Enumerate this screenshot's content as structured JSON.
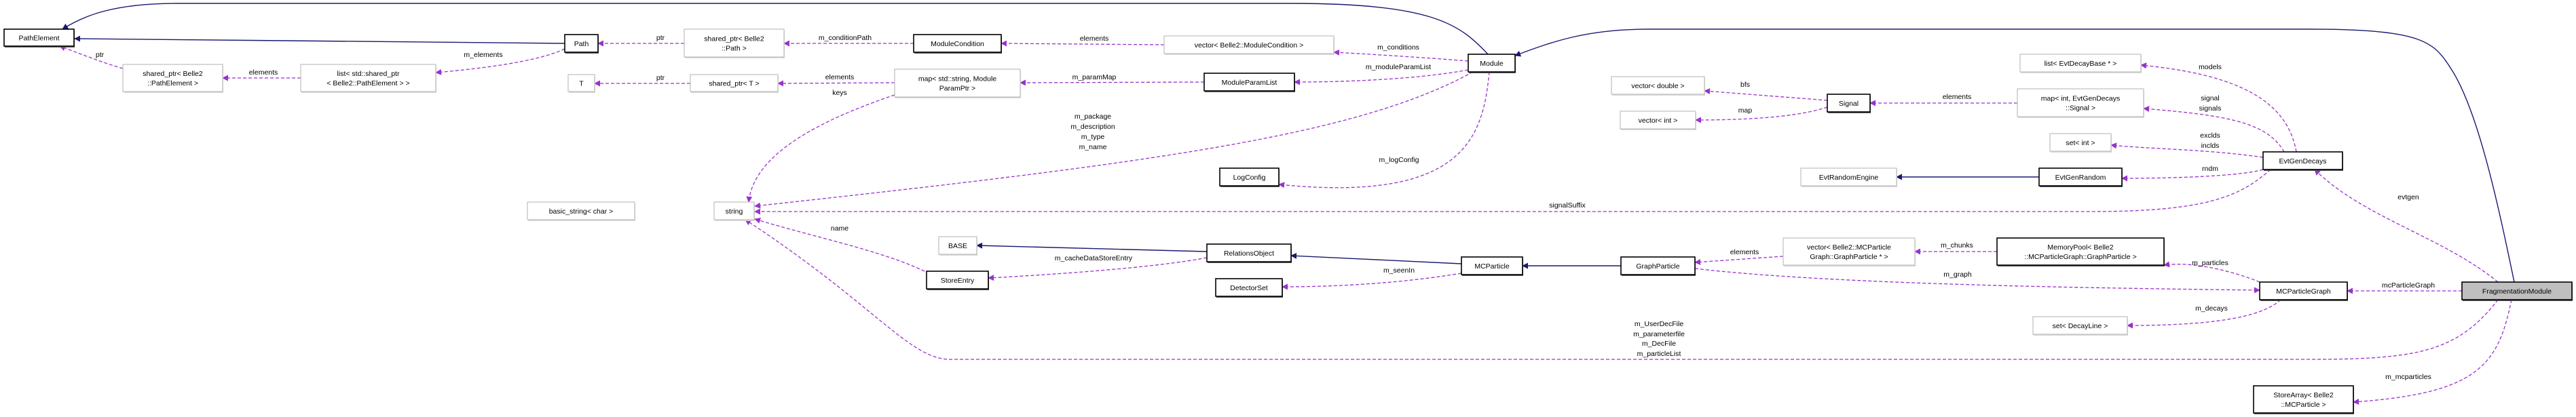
{
  "diagram": {
    "title": "Collaboration diagram for FragmentationModule",
    "colors": {
      "inheritance": "#191970",
      "usage": "#9a32cd",
      "root_fill": "#bfbfbf"
    },
    "nodes": [
      {
        "id": "PathElement",
        "lines": [
          "PathElement"
        ]
      },
      {
        "id": "Path",
        "lines": [
          "Path"
        ]
      },
      {
        "id": "spPE",
        "lines": [
          "shared_ptr< Belle2",
          "::PathElement >"
        ]
      },
      {
        "id": "listSpPE",
        "lines": [
          "list< std::shared_ptr",
          "< Belle2::PathElement > >"
        ]
      },
      {
        "id": "T",
        "lines": [
          "T"
        ]
      },
      {
        "id": "spT",
        "lines": [
          "shared_ptr< T >"
        ]
      },
      {
        "id": "spPath",
        "lines": [
          "shared_ptr< Belle2",
          "::Path >"
        ]
      },
      {
        "id": "basicString",
        "lines": [
          "basic_string< char >"
        ]
      },
      {
        "id": "string",
        "lines": [
          "string"
        ]
      },
      {
        "id": "ModuleCondition",
        "lines": [
          "ModuleCondition"
        ]
      },
      {
        "id": "vecMC",
        "lines": [
          "vector< Belle2::ModuleCondition >"
        ]
      },
      {
        "id": "Module",
        "lines": [
          "Module"
        ]
      },
      {
        "id": "mapParam",
        "lines": [
          "map< std::string, Module",
          "ParamPtr >"
        ]
      },
      {
        "id": "ModuleParamList",
        "lines": [
          "ModuleParamList"
        ]
      },
      {
        "id": "LogConfig",
        "lines": [
          "LogConfig"
        ]
      },
      {
        "id": "listEvt",
        "lines": [
          "list< EvtDecayBase * >"
        ]
      },
      {
        "id": "vecDouble",
        "lines": [
          "vector< double >"
        ]
      },
      {
        "id": "vecInt",
        "lines": [
          "vector< int >"
        ]
      },
      {
        "id": "Signal",
        "lines": [
          "Signal"
        ]
      },
      {
        "id": "mapSignal",
        "lines": [
          "map< int, EvtGenDecays",
          "::Signal >"
        ]
      },
      {
        "id": "setInt",
        "lines": [
          "set< int >"
        ]
      },
      {
        "id": "EvtGenDecays",
        "lines": [
          "EvtGenDecays"
        ]
      },
      {
        "id": "EvtRandomEngine",
        "lines": [
          "EvtRandomEngine"
        ]
      },
      {
        "id": "EvtGenRandom",
        "lines": [
          "EvtGenRandom"
        ]
      },
      {
        "id": "BASE",
        "lines": [
          "BASE"
        ]
      },
      {
        "id": "RelationsObject",
        "lines": [
          "RelationsObject"
        ]
      },
      {
        "id": "StoreEntry",
        "lines": [
          "StoreEntry"
        ]
      },
      {
        "id": "DetectorSet",
        "lines": [
          "DetectorSet"
        ]
      },
      {
        "id": "MCParticle",
        "lines": [
          "MCParticle"
        ]
      },
      {
        "id": "GraphParticle",
        "lines": [
          "GraphParticle"
        ]
      },
      {
        "id": "vecGP",
        "lines": [
          "vector< Belle2::MCParticle",
          "Graph::GraphParticle * >"
        ]
      },
      {
        "id": "MemoryPool",
        "lines": [
          "MemoryPool< Belle2",
          "::MCParticleGraph::GraphParticle >"
        ]
      },
      {
        "id": "MCParticleGraph",
        "lines": [
          "MCParticleGraph"
        ]
      },
      {
        "id": "FragmentationModule",
        "lines": [
          "FragmentationModule"
        ]
      },
      {
        "id": "setDecay",
        "lines": [
          "set< DecayLine >"
        ]
      },
      {
        "id": "StoreArray",
        "lines": [
          "StoreArray< Belle2",
          "::MCParticle >"
        ]
      }
    ],
    "edges": [
      {
        "from": "Module",
        "to": "PathElement",
        "kind": "inheritance",
        "labels": []
      },
      {
        "from": "Path",
        "to": "PathElement",
        "kind": "inheritance",
        "labels": []
      },
      {
        "from": "Path",
        "to": "listSpPE",
        "kind": "usage",
        "labels": [
          "m_elements"
        ]
      },
      {
        "from": "listSpPE",
        "to": "spPE",
        "kind": "usage",
        "labels": [
          "elements"
        ]
      },
      {
        "from": "spPE",
        "to": "PathElement",
        "kind": "usage",
        "labels": [
          "ptr"
        ]
      },
      {
        "from": "spPath",
        "to": "Path",
        "kind": "usage",
        "labels": [
          "ptr"
        ]
      },
      {
        "from": "spT",
        "to": "T",
        "kind": "usage",
        "labels": [
          "ptr"
        ]
      },
      {
        "from": "ModuleCondition",
        "to": "spPath",
        "kind": "usage",
        "labels": [
          "m_conditionPath"
        ]
      },
      {
        "from": "vecMC",
        "to": "ModuleCondition",
        "kind": "usage",
        "labels": [
          "elements"
        ]
      },
      {
        "from": "Module",
        "to": "vecMC",
        "kind": "usage",
        "labels": [
          "m_conditions"
        ]
      },
      {
        "from": "Module",
        "to": "ModuleParamList",
        "kind": "usage",
        "labels": [
          "m_moduleParamList"
        ]
      },
      {
        "from": "ModuleParamList",
        "to": "mapParam",
        "kind": "usage",
        "labels": [
          "m_paramMap"
        ]
      },
      {
        "from": "mapParam",
        "to": "spT",
        "kind": "usage",
        "labels": [
          "elements"
        ]
      },
      {
        "from": "mapParam",
        "to": "string",
        "kind": "usage",
        "labels": [
          "keys"
        ]
      },
      {
        "from": "Module",
        "to": "string",
        "kind": "usage",
        "labels": [
          "m_package",
          "m_description",
          "m_type",
          "m_name"
        ]
      },
      {
        "from": "Module",
        "to": "LogConfig",
        "kind": "usage",
        "labels": [
          "m_logConfig"
        ]
      },
      {
        "from": "EvtGenDecays",
        "to": "string",
        "kind": "usage",
        "labels": [
          "signalSuffix"
        ]
      },
      {
        "from": "Signal",
        "to": "vecDouble",
        "kind": "usage",
        "labels": [
          "bfs"
        ]
      },
      {
        "from": "Signal",
        "to": "vecInt",
        "kind": "usage",
        "labels": [
          "map"
        ]
      },
      {
        "from": "mapSignal",
        "to": "Signal",
        "kind": "usage",
        "labels": [
          "elements"
        ]
      },
      {
        "from": "EvtGenDecays",
        "to": "listEvt",
        "kind": "usage",
        "labels": [
          "models"
        ]
      },
      {
        "from": "EvtGenDecays",
        "to": "mapSignal",
        "kind": "usage",
        "labels": [
          "signal",
          "signals"
        ]
      },
      {
        "from": "EvtGenDecays",
        "to": "setInt",
        "kind": "usage",
        "labels": [
          "exclds",
          "inclds"
        ]
      },
      {
        "from": "EvtGenDecays",
        "to": "EvtGenRandom",
        "kind": "usage",
        "labels": [
          "rndm"
        ]
      },
      {
        "from": "EvtGenRandom",
        "to": "EvtRandomEngine",
        "kind": "inheritance",
        "labels": []
      },
      {
        "from": "FragmentationModule",
        "to": "EvtGenDecays",
        "kind": "usage",
        "labels": [
          "evtgen"
        ]
      },
      {
        "from": "FragmentationModule",
        "to": "Module",
        "kind": "inheritance",
        "labels": []
      },
      {
        "from": "RelationsObject",
        "to": "BASE",
        "kind": "inheritance",
        "labels": []
      },
      {
        "from": "RelationsObject",
        "to": "StoreEntry",
        "kind": "usage",
        "labels": [
          "m_cacheDataStoreEntry"
        ]
      },
      {
        "from": "StoreEntry",
        "to": "string",
        "kind": "usage",
        "labels": [
          "name"
        ]
      },
      {
        "from": "MCParticle",
        "to": "RelationsObject",
        "kind": "inheritance",
        "labels": []
      },
      {
        "from": "MCParticle",
        "to": "DetectorSet",
        "kind": "usage",
        "labels": [
          "m_seenIn"
        ]
      },
      {
        "from": "GraphParticle",
        "to": "MCParticle",
        "kind": "inheritance",
        "labels": []
      },
      {
        "from": "vecGP",
        "to": "GraphParticle",
        "kind": "usage",
        "labels": [
          "elements"
        ]
      },
      {
        "from": "MemoryPool",
        "to": "vecGP",
        "kind": "usage",
        "labels": [
          "m_chunks"
        ]
      },
      {
        "from": "MCParticleGraph",
        "to": "MemoryPool",
        "kind": "usage",
        "labels": [
          "m_particles"
        ]
      },
      {
        "from": "GraphParticle",
        "to": "MCParticleGraph",
        "kind": "usage",
        "labels": [
          "m_graph"
        ]
      },
      {
        "from": "MCParticleGraph",
        "to": "setDecay",
        "kind": "usage",
        "labels": [
          "m_decays"
        ]
      },
      {
        "from": "FragmentationModule",
        "to": "MCParticleGraph",
        "kind": "usage",
        "labels": [
          "mcParticleGraph"
        ]
      },
      {
        "from": "FragmentationModule",
        "to": "string",
        "kind": "usage",
        "labels": [
          "m_UserDecFile",
          "m_parameterfile",
          "m_DecFile",
          "m_particleList"
        ]
      },
      {
        "from": "FragmentationModule",
        "to": "StoreArray",
        "kind": "usage",
        "labels": [
          "m_mcparticles"
        ]
      }
    ]
  }
}
